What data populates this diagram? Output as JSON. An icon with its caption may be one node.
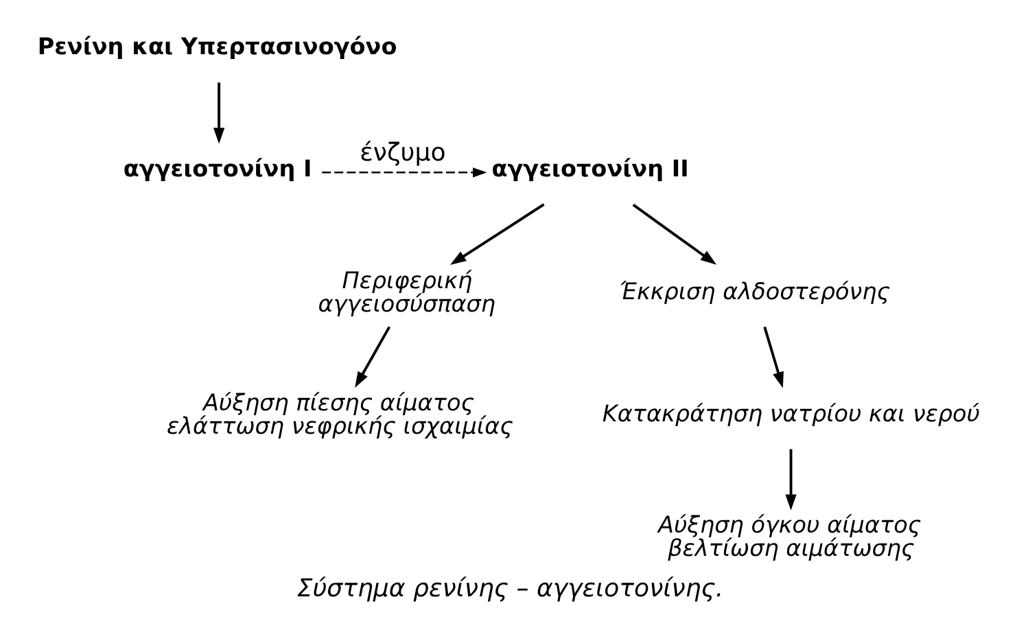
{
  "diagram": {
    "caption": "Σύστημα ρενίνης – αγγειοτονίνης.",
    "nodes": [
      {
        "text": [
          "Ρενίνη και Υπερτασινογόνο"
        ]
      },
      {
        "text": [
          "αγγειοτονίνη I"
        ]
      },
      {
        "text": [
          "αγγειοτονίνη II"
        ]
      },
      {
        "text": [
          "Περιφερική αγγειοσύσπαση"
        ]
      },
      {
        "text": [
          "Έκκριση αλδοστερόνης"
        ]
      },
      {
        "text": [
          "Κατακράτηση νατρίου και νερού"
        ]
      },
      {
        "text": [
          "Αύξηση πίεσης αίματος ελάττωση νεφρικής ισχαιμίας"
        ]
      },
      {
        "text": [
          "Αύξηση όγκου αίματος βελτίωση αιμάτωσης"
        ]
      }
    ],
    "edges": [
      {
        "from": 0,
        "to": 1,
        "arrow": "to"
      },
      {
        "from": 1,
        "to": 2,
        "arrow": "to",
        "label": "ένζυμο",
        "style": "dashed"
      },
      {
        "from": 2,
        "to": 3,
        "arrow": "to"
      },
      {
        "from": 2,
        "to": 4,
        "arrow": "to"
      },
      {
        "from": 4,
        "to": 5,
        "arrow": "to"
      },
      {
        "from": 3,
        "to": 6,
        "arrow": "to"
      },
      {
        "from": 5,
        "to": 7,
        "arrow": "to"
      }
    ]
  }
}
